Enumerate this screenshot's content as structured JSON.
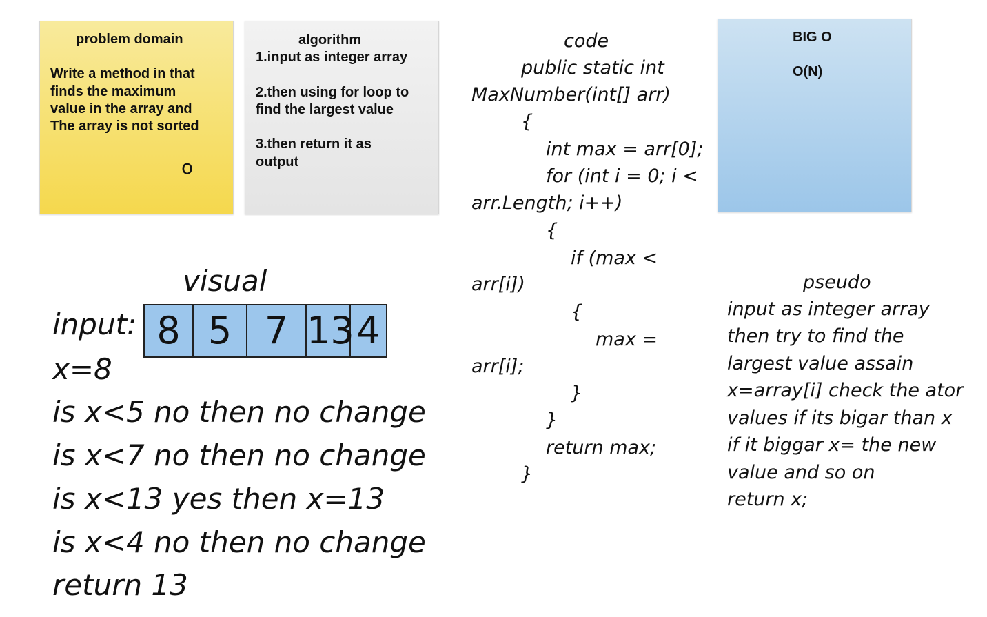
{
  "problem_domain": {
    "title": "problem domain",
    "lines": [
      "Write a method in that",
      "finds the maximum",
      "value in the array and",
      "The array is not sorted"
    ],
    "scribble": "o"
  },
  "algorithm": {
    "title": "algorithm",
    "step1": "1.input as integer array",
    "step2": [
      "2.then using for loop to",
      "find the largest value"
    ],
    "step3": [
      "3.then return it as",
      "output"
    ]
  },
  "big_o": {
    "title": "BIG O",
    "value": "O(N)"
  },
  "code": {
    "title": "code",
    "lines": [
      "public static int",
      "MaxNumber(int[] arr)",
      "{",
      "int max = arr[0];",
      "for (int i = 0; i <",
      "arr.Length; i++)",
      "{",
      "if (max <",
      "arr[i])",
      "{",
      "max =",
      "arr[i];",
      "}",
      "}",
      "return max;",
      "}"
    ]
  },
  "pseudo": {
    "title": "pseudo",
    "lines": [
      "input as integer array",
      "then try to find the",
      "largest value assain",
      "x=array[i] check the ator",
      "values if its bigar than x",
      "if  it biggar x= the new",
      "value and so on",
      "return x;"
    ]
  },
  "visual": {
    "title": "visual",
    "input_label": "input:",
    "array": [
      "8",
      "5",
      "7",
      "13",
      "4"
    ],
    "array_color": "#9cc6ec",
    "steps": [
      "x=8",
      "is x<5 no then no change",
      "is x<7 no then no change",
      "is x<13 yes then x=13",
      "is x<4 no then no change",
      "return 13"
    ]
  }
}
